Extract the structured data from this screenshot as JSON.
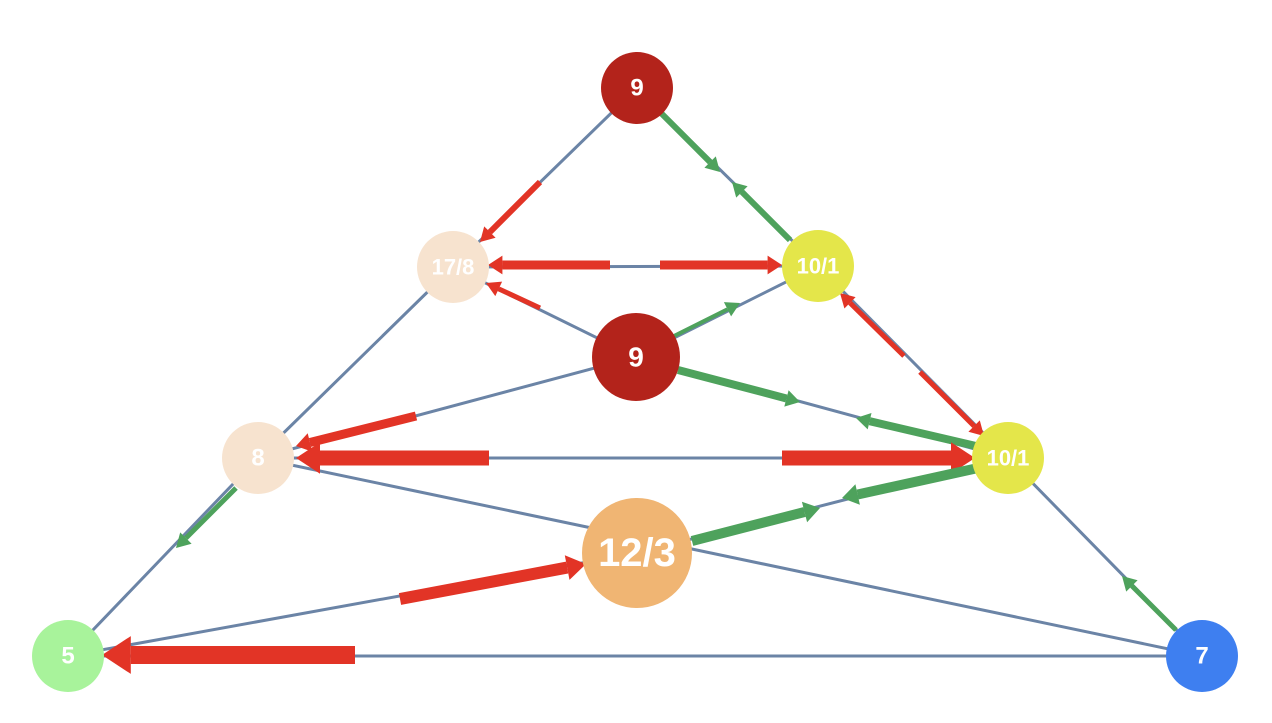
{
  "colors": {
    "edge": "#6b84a6",
    "red": "#e23426",
    "green": "#4ea25c",
    "dark_red": "#b3231b",
    "peach": "#f7e3cf",
    "yellow": "#e4e64a",
    "orange": "#f0b573",
    "light_green": "#a8f39b",
    "blue": "#3e7ff0",
    "label": "#ffffff"
  },
  "nodes": [
    {
      "id": "n-top",
      "label": "9",
      "fill": "#b3231b"
    },
    {
      "id": "n-upper-left",
      "label": "17/8",
      "fill": "#f7e3cf"
    },
    {
      "id": "n-upper-right",
      "label": "10/1",
      "fill": "#e4e64a"
    },
    {
      "id": "n-center",
      "label": "9",
      "fill": "#b3231b"
    },
    {
      "id": "n-mid-left",
      "label": "8",
      "fill": "#f7e3cf"
    },
    {
      "id": "n-mid-right",
      "label": "10/1",
      "fill": "#e4e64a"
    },
    {
      "id": "n-lower-center",
      "label": "12/3",
      "fill": "#f0b573"
    },
    {
      "id": "n-bottom-left",
      "label": "5",
      "fill": "#a8f39b"
    },
    {
      "id": "n-bottom-right",
      "label": "7",
      "fill": "#3e7ff0"
    }
  ],
  "edges": [
    {
      "from": "n-top",
      "to": "n-upper-left"
    },
    {
      "from": "n-top",
      "to": "n-upper-right"
    },
    {
      "from": "n-upper-left",
      "to": "n-upper-right"
    },
    {
      "from": "n-upper-left",
      "to": "n-mid-left"
    },
    {
      "from": "n-upper-left",
      "to": "n-center"
    },
    {
      "from": "n-upper-right",
      "to": "n-center"
    },
    {
      "from": "n-upper-right",
      "to": "n-mid-right"
    },
    {
      "from": "n-center",
      "to": "n-mid-left"
    },
    {
      "from": "n-center",
      "to": "n-mid-right"
    },
    {
      "from": "n-mid-left",
      "to": "n-mid-right"
    },
    {
      "from": "n-mid-left",
      "to": "n-bottom-left"
    },
    {
      "from": "n-mid-left",
      "to": "n-bottom-right"
    },
    {
      "from": "n-mid-right",
      "to": "n-lower-center"
    },
    {
      "from": "n-mid-right",
      "to": "n-bottom-right"
    },
    {
      "from": "n-lower-center",
      "to": "n-bottom-left"
    },
    {
      "from": "n-bottom-left",
      "to": "n-bottom-right"
    }
  ],
  "flows": [
    {
      "edge": "n-top→n-upper-left",
      "color": "red",
      "direction": "to n-upper-left"
    },
    {
      "edge": "n-top→n-upper-right",
      "color": "green",
      "direction": "both"
    },
    {
      "edge": "n-upper-left→n-upper-right",
      "color": "red",
      "direction": "both"
    },
    {
      "edge": "n-center→n-upper-left",
      "color": "red",
      "direction": "to n-upper-left"
    },
    {
      "edge": "n-center→n-upper-right",
      "color": "green",
      "direction": "to n-upper-right"
    },
    {
      "edge": "n-upper-right→n-mid-right",
      "color": "red",
      "direction": "both"
    },
    {
      "edge": "n-center→n-mid-left",
      "color": "red",
      "direction": "to n-mid-left"
    },
    {
      "edge": "n-center→n-mid-right",
      "color": "green",
      "direction": "both"
    },
    {
      "edge": "n-mid-left→n-mid-right",
      "color": "red",
      "direction": "both"
    },
    {
      "edge": "n-mid-left→n-bottom-left",
      "color": "green",
      "direction": "to n-bottom-left"
    },
    {
      "edge": "n-lower-center→n-mid-right",
      "color": "green",
      "direction": "both"
    },
    {
      "edge": "n-bottom-left→n-lower-center",
      "color": "red",
      "direction": "to n-lower-center"
    },
    {
      "edge": "n-bottom-right→n-mid-right",
      "color": "green",
      "direction": "to n-mid-right"
    },
    {
      "edge": "n-bottom-right→n-bottom-left",
      "color": "red",
      "direction": "to n-bottom-left"
    }
  ]
}
